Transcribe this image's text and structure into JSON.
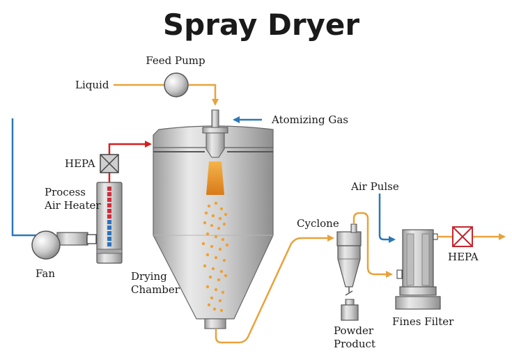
{
  "title": "Spray Dryer",
  "labels": {
    "feed_pump": "Feed Pump",
    "liquid": "Liquid",
    "atomizing_gas": "Atomizing Gas",
    "hepa_left": "HEPA",
    "process_air_heater_line1": "Process",
    "process_air_heater_line2": "Air Heater",
    "fan": "Fan",
    "drying_chamber_line1": "Drying",
    "drying_chamber_line2": "Chamber",
    "cyclone": "Cyclone",
    "air_pulse": "Air Pulse",
    "hepa_right": "HEPA",
    "powder_product_line1": "Powder",
    "powder_product_line2": "Product",
    "fines_filter": "Fines Filter"
  },
  "colors": {
    "product_line": "#e8a23a",
    "gas_line": "#2a78b8",
    "hot_air_line": "#d42020",
    "heater_hot": "#d42a3a",
    "heater_cold": "#2a72c0",
    "droplets": "#f0a030",
    "spray_cone": "#e48b23",
    "equipment": "#c8c8c8",
    "hepa_red": "#c4262e"
  }
}
